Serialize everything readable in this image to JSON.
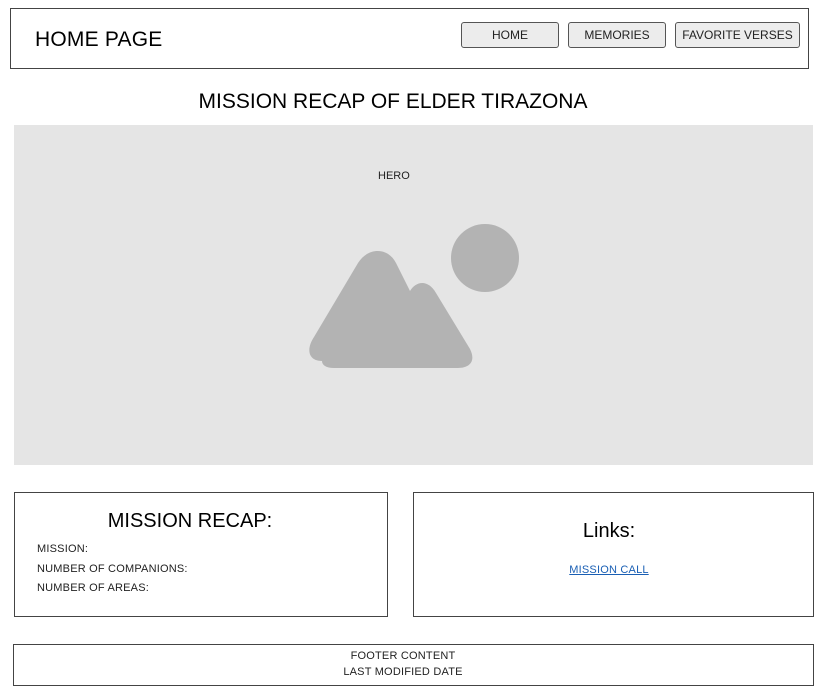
{
  "header": {
    "title": "HOME PAGE",
    "nav": [
      {
        "label": "HOME"
      },
      {
        "label": "MEMORIES"
      },
      {
        "label": "FAVORITE VERSES"
      }
    ]
  },
  "main": {
    "page_title": "MISSION RECAP OF ELDER TIRAZONA",
    "hero": {
      "label": "HERO",
      "image_icon": "image-placeholder-icon"
    }
  },
  "recap": {
    "title": "MISSION RECAP:",
    "lines": [
      "MISSION:",
      "NUMBER OF COMPANIONS:",
      "NUMBER OF AREAS:"
    ]
  },
  "links": {
    "title": "Links:",
    "items": [
      {
        "label": "MISSION CALL"
      }
    ]
  },
  "footer": {
    "lines": [
      "FOOTER CONTENT",
      "LAST MODIFIED DATE"
    ]
  },
  "colors": {
    "hero_background": "#e5e5e5",
    "placeholder_graphic": "#b3b3b3",
    "link": "#1a5fb4",
    "button_background": "#ececec"
  }
}
